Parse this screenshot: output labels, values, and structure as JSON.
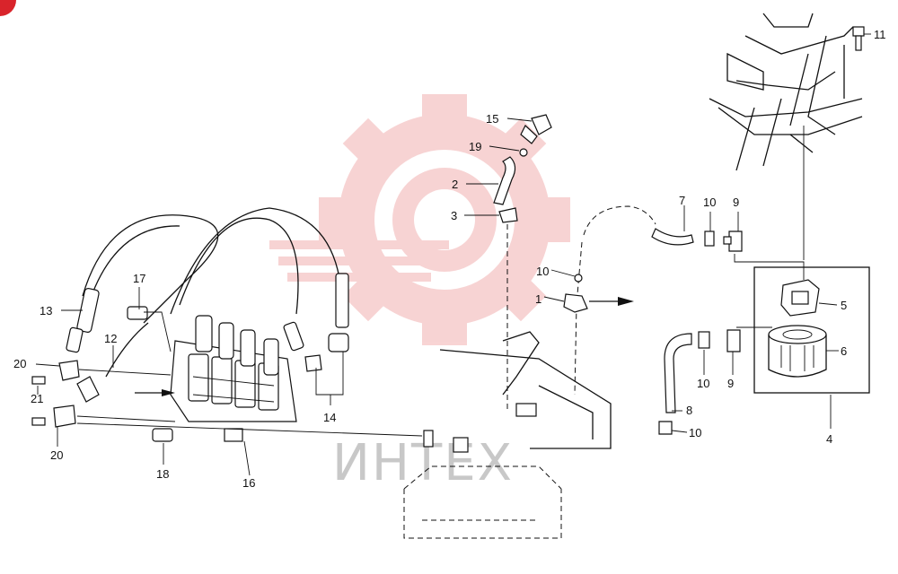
{
  "watermark": {
    "text": "ИНТЕХ",
    "color": "#f2b8b8"
  },
  "callouts": [
    {
      "id": "c1",
      "text": "1"
    },
    {
      "id": "c2",
      "text": "2"
    },
    {
      "id": "c3",
      "text": "3"
    },
    {
      "id": "c4",
      "text": "4"
    },
    {
      "id": "c5",
      "text": "5"
    },
    {
      "id": "c6",
      "text": "6"
    },
    {
      "id": "c7",
      "text": "7"
    },
    {
      "id": "c8",
      "text": "8"
    },
    {
      "id": "c9a",
      "text": "9"
    },
    {
      "id": "c9b",
      "text": "9"
    },
    {
      "id": "c10a",
      "text": "10"
    },
    {
      "id": "c10b",
      "text": "10"
    },
    {
      "id": "c10c",
      "text": "10"
    },
    {
      "id": "c10d",
      "text": "10"
    },
    {
      "id": "c11",
      "text": "11"
    },
    {
      "id": "c12",
      "text": "12"
    },
    {
      "id": "c13",
      "text": "13"
    },
    {
      "id": "c14",
      "text": "14"
    },
    {
      "id": "c15",
      "text": "15"
    },
    {
      "id": "c16",
      "text": "16"
    },
    {
      "id": "c17",
      "text": "17"
    },
    {
      "id": "c18",
      "text": "18"
    },
    {
      "id": "c19",
      "text": "19"
    },
    {
      "id": "c20a",
      "text": "20"
    },
    {
      "id": "c20b",
      "text": "20"
    },
    {
      "id": "c21",
      "text": "21"
    }
  ]
}
